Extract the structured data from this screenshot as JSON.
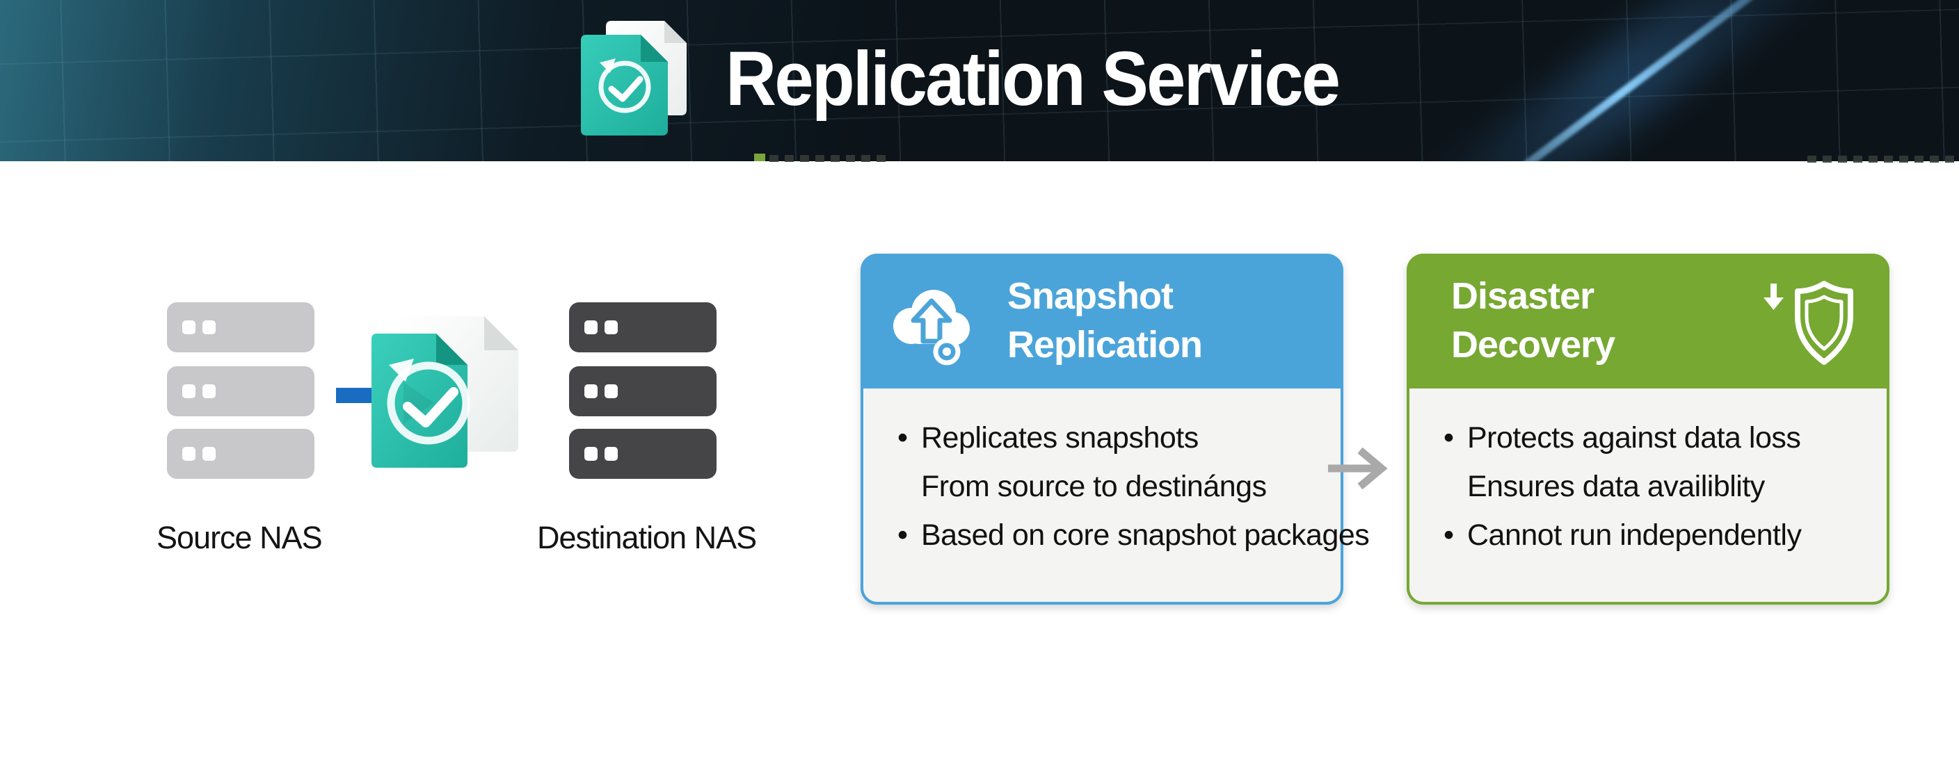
{
  "header": {
    "title": "Replication Service",
    "icon": "replication-document-clock-icon"
  },
  "diagram": {
    "source_label": "Source NAS",
    "destination_label": "Destination NAS",
    "source_servers": 3,
    "destination_servers": 3,
    "center_icon": "replication-document-clock-icon",
    "connector_color": "#1a6cc0"
  },
  "cards": [
    {
      "id": "snapshot-replication",
      "header_color": "#4ba4d9",
      "icon": "cloud-upload-snapshot-icon",
      "title_lines": [
        "Snapshot",
        "Replication"
      ],
      "bullets": [
        {
          "marker": true,
          "text": "Replicates snapshots"
        },
        {
          "marker": false,
          "text": "From source to destinángs"
        },
        {
          "marker": true,
          "text": "Based on core snapshot packages"
        }
      ]
    },
    {
      "id": "disaster-recovery",
      "header_color": "#76a832",
      "icon": "shield-download-icon",
      "title_lines": [
        "Disaster",
        "Decovery"
      ],
      "bullets": [
        {
          "marker": true,
          "text": "Protects against data loss"
        },
        {
          "marker": false,
          "text": "Ensures data availiblity"
        },
        {
          "marker": true,
          "text": "Cannot run independently"
        }
      ]
    }
  ],
  "colors": {
    "banner_base": "#0c1319",
    "banner_teal": "#2d6e82",
    "beam_blue": "#8cd2ff",
    "teal_icon": "#2bbfad",
    "card_blue": "#4ba4d9",
    "card_green": "#76a832",
    "card_body_bg": "#f4f4f2",
    "nas_light": "#c8c8ca",
    "nas_dark": "#454548",
    "connector_blue": "#1a6cc0",
    "flow_arrow_gray": "#a9a9a9",
    "text_dark": "#111111"
  }
}
